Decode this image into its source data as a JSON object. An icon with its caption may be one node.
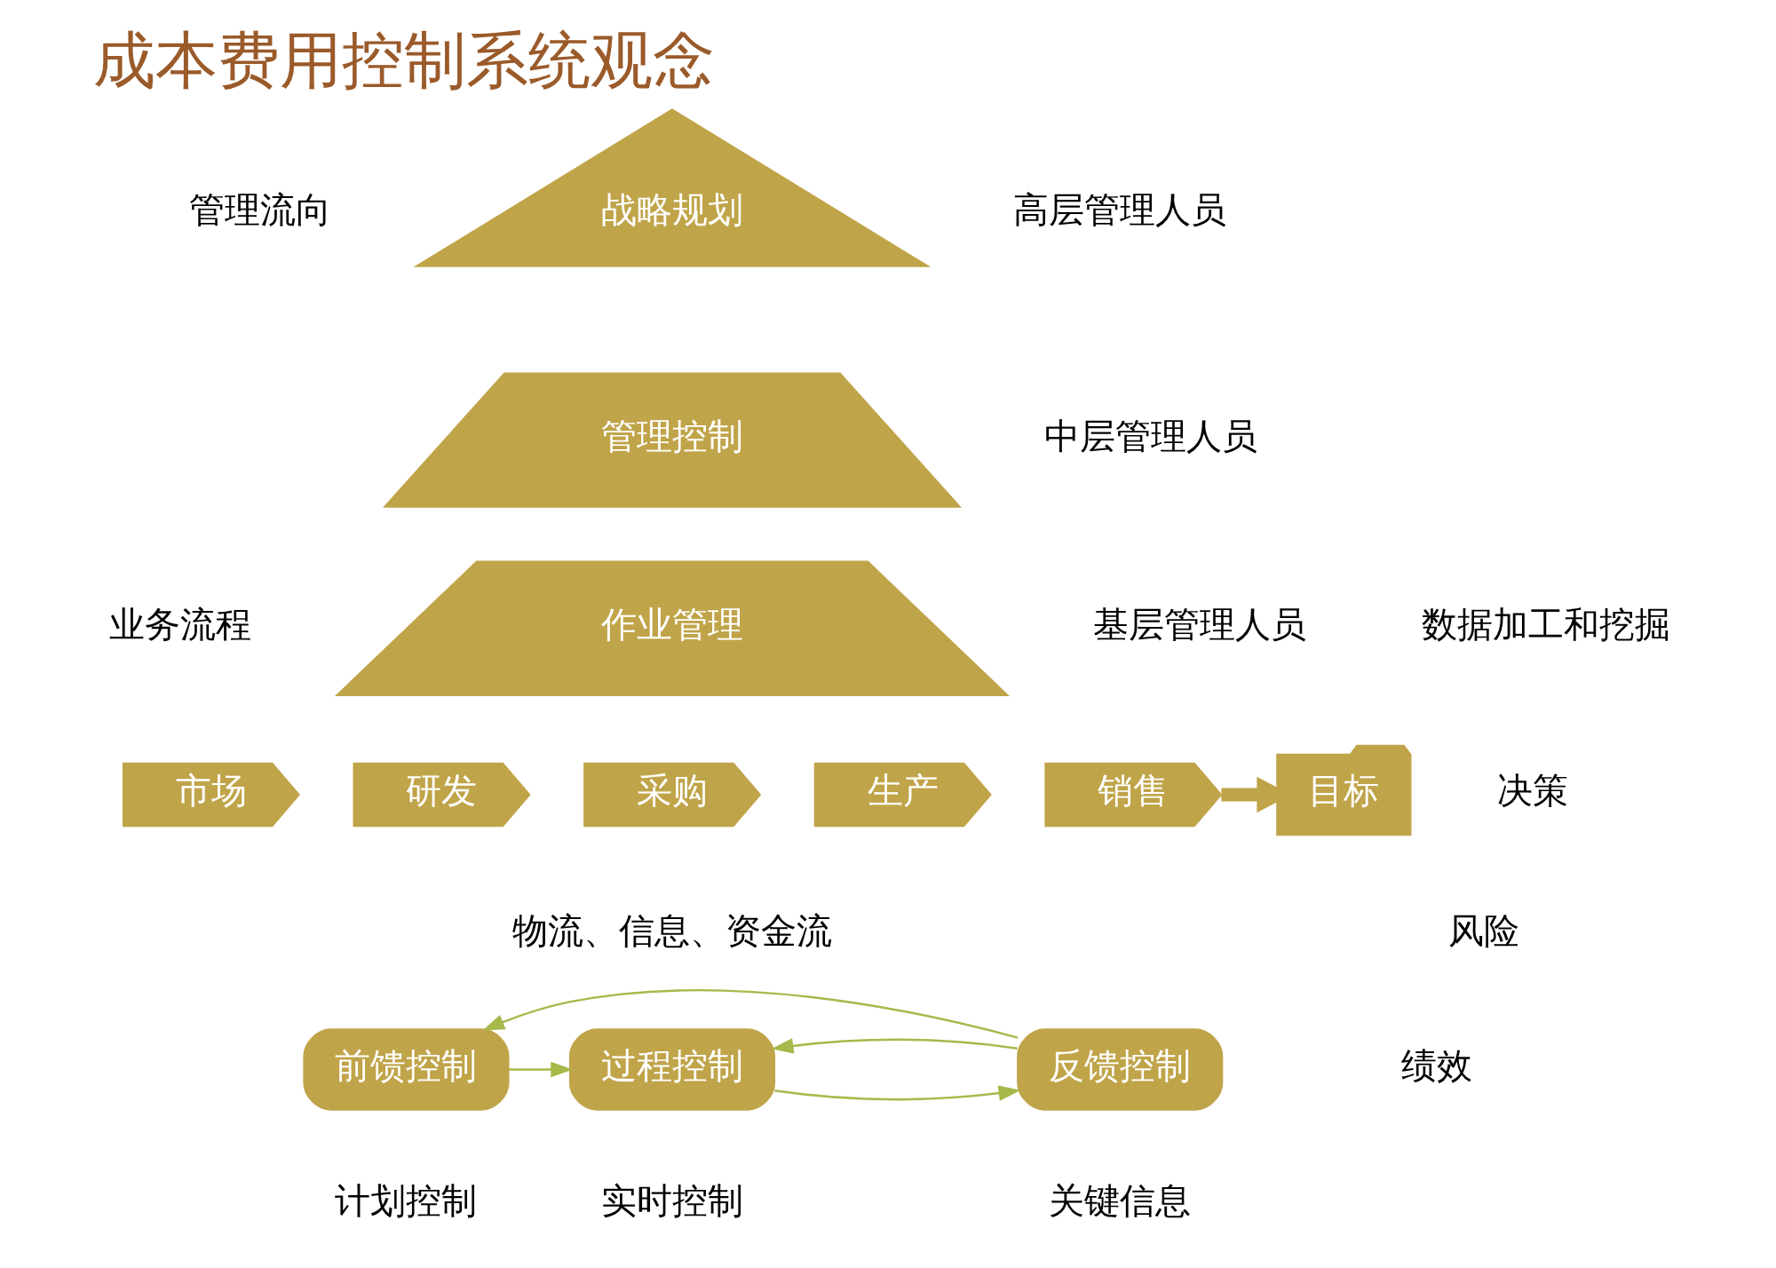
{
  "diagram": {
    "title": "成本费用控制系统观念",
    "nodes": [
      {
        "text": [
          "战略规划"
        ]
      },
      {
        "text": [
          "管理控制"
        ]
      },
      {
        "text": [
          "作业管理"
        ]
      },
      {
        "text": [
          "市场"
        ]
      },
      {
        "text": [
          "研发"
        ]
      },
      {
        "text": [
          "采购"
        ]
      },
      {
        "text": [
          "生产"
        ]
      },
      {
        "text": [
          "销售"
        ]
      },
      {
        "text": [
          "目标"
        ]
      },
      {
        "text": [
          "前馈控制"
        ],
        "beside": [
          "计划控制"
        ]
      },
      {
        "text": [
          "过程控制"
        ],
        "beside": [
          "实时控制"
        ]
      },
      {
        "text": [
          "反馈控制"
        ],
        "beside": [
          "关键信息"
        ]
      }
    ],
    "edges": [
      {
        "from": 7,
        "to": 8,
        "arrow": "to",
        "style": "thick",
        "color": "#c0a449"
      },
      {
        "from": 9,
        "to": 10,
        "arrow": "to"
      },
      {
        "from": 10,
        "to": 11,
        "arrow": "to"
      },
      {
        "from": 11,
        "to": 9,
        "arrow": "to"
      },
      {
        "from": 11,
        "to": 10,
        "arrow": "to"
      }
    ],
    "labels": [
      "管理流向",
      "高层管理人员",
      "中层管理人员",
      "业务流程",
      "基层管理人员",
      "物流、信息、资金流",
      "数据加工和挖掘",
      "决策",
      "风险",
      "绩效"
    ]
  }
}
